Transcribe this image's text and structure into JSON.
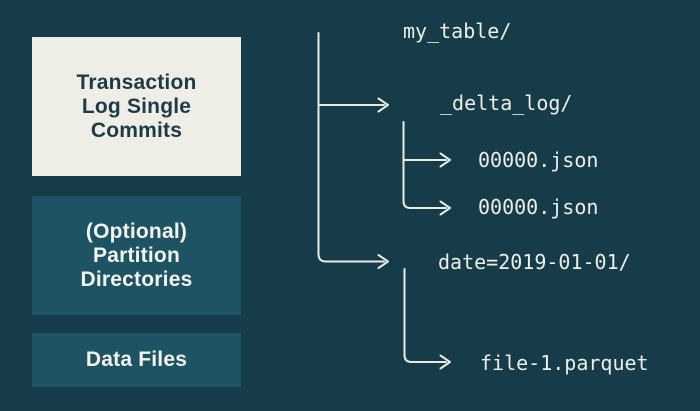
{
  "colors": {
    "background": "#163c49",
    "legend_box_light_bg": "#eeeee7",
    "legend_box_dark_bg": "#1d5363",
    "legend_text_dark": "#1d3a45",
    "legend_text_light": "#f1f3ec",
    "tree_line": "#e9ebe3",
    "tree_text": "#eceee6"
  },
  "legend": {
    "boxes": [
      {
        "label": "Transaction Log Single Commits",
        "lines": [
          "Transaction",
          "Log Single",
          "Commits"
        ],
        "variant": "light"
      },
      {
        "label": "(Optional) Partition Directories",
        "lines": [
          "(Optional)",
          "Partition",
          "Directories"
        ],
        "variant": "dark"
      },
      {
        "label": "Data Files",
        "lines": [
          "Data Files"
        ],
        "variant": "dark"
      }
    ]
  },
  "tree": {
    "nodes": [
      {
        "label": "my_table/",
        "depth": 0
      },
      {
        "label": "_delta_log/",
        "depth": 1
      },
      {
        "label": "00000.json",
        "depth": 2
      },
      {
        "label": "00000.json",
        "depth": 2
      },
      {
        "label": "date=2019-01-01/",
        "depth": 1
      },
      {
        "label": "file-1.parquet",
        "depth": 2
      }
    ]
  }
}
